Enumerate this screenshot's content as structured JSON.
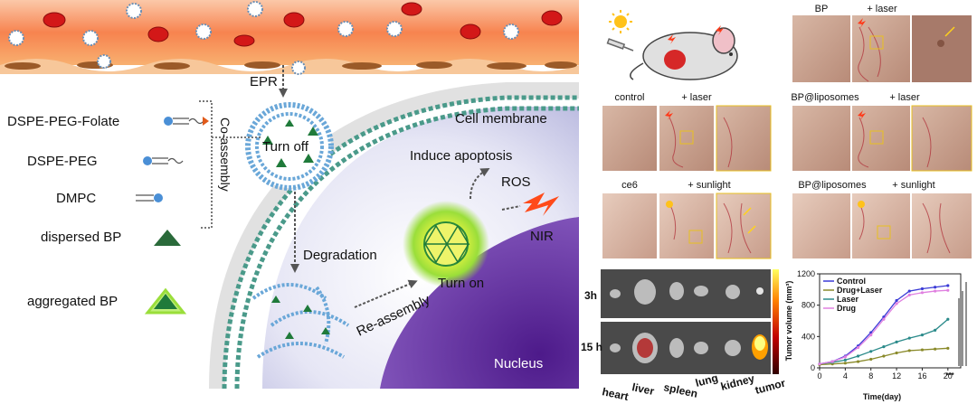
{
  "schematic": {
    "epr": "EPR",
    "turn_off": "Turn off",
    "cell_membrane": "Cell membrane",
    "induce_apoptosis": "Induce apoptosis",
    "ros": "ROS",
    "nir": "NIR",
    "degradation": "Degradation",
    "turn_on": "Turn on",
    "re_assembly": "Re-assembly",
    "nucleus": "Nucleus",
    "co_assembly": "Co-assembly"
  },
  "legend": {
    "dspe_peg_folate": "DSPE-PEG-Folate",
    "dspe_peg": "DSPE-PEG",
    "dmpc": "DMPC",
    "dispersed_bp": "dispersed BP",
    "aggregated_bp": "aggregated BP"
  },
  "photo_panels": {
    "bp": "BP",
    "bp_laser": "+ laser",
    "control": "control",
    "control_laser": "+ laser",
    "bp_liposomes": "BP@liposomes",
    "bp_liposomes_laser": "+ laser",
    "ce6": "ce6",
    "ce6_sunlight": "+ sunlight",
    "bp_liposomes_2": "BP@liposomes",
    "bp_liposomes_sunlight": "+ sunlight"
  },
  "imaging": {
    "row_3h": "3h",
    "row_15h": "15 h",
    "organs": [
      "heart",
      "liver",
      "spleen",
      "lung",
      "kidney",
      "tumor"
    ]
  },
  "chart_data": {
    "type": "line",
    "xlabel": "Time(day)",
    "ylabel": "Tumor volume (mm³)",
    "xlim": [
      0,
      22
    ],
    "ylim": [
      0,
      1200
    ],
    "xticks": [
      0,
      4,
      8,
      12,
      16,
      20
    ],
    "yticks": [
      0,
      400,
      800,
      1200
    ],
    "legend_position": "top-left",
    "significance": "***",
    "series": [
      {
        "name": "Control",
        "color": "#3b3bd6",
        "x": [
          0,
          2,
          4,
          6,
          8,
          10,
          12,
          14,
          16,
          18,
          20
        ],
        "y": [
          50,
          80,
          150,
          280,
          450,
          650,
          860,
          980,
          1010,
          1030,
          1050
        ]
      },
      {
        "name": "Drug+Laser",
        "color": "#8a8a2a",
        "x": [
          0,
          2,
          4,
          6,
          8,
          10,
          12,
          14,
          16,
          18,
          20
        ],
        "y": [
          40,
          50,
          60,
          80,
          110,
          150,
          190,
          220,
          230,
          240,
          250
        ]
      },
      {
        "name": "Laser",
        "color": "#2a8a8a",
        "x": [
          0,
          2,
          4,
          6,
          8,
          10,
          12,
          14,
          16,
          18,
          20
        ],
        "y": [
          50,
          70,
          100,
          150,
          210,
          270,
          330,
          380,
          420,
          480,
          620
        ]
      },
      {
        "name": "Drug",
        "color": "#e080e0",
        "x": [
          0,
          2,
          4,
          6,
          8,
          10,
          12,
          14,
          16,
          18,
          20
        ],
        "y": [
          50,
          80,
          140,
          260,
          420,
          620,
          820,
          930,
          960,
          980,
          990
        ]
      }
    ]
  }
}
